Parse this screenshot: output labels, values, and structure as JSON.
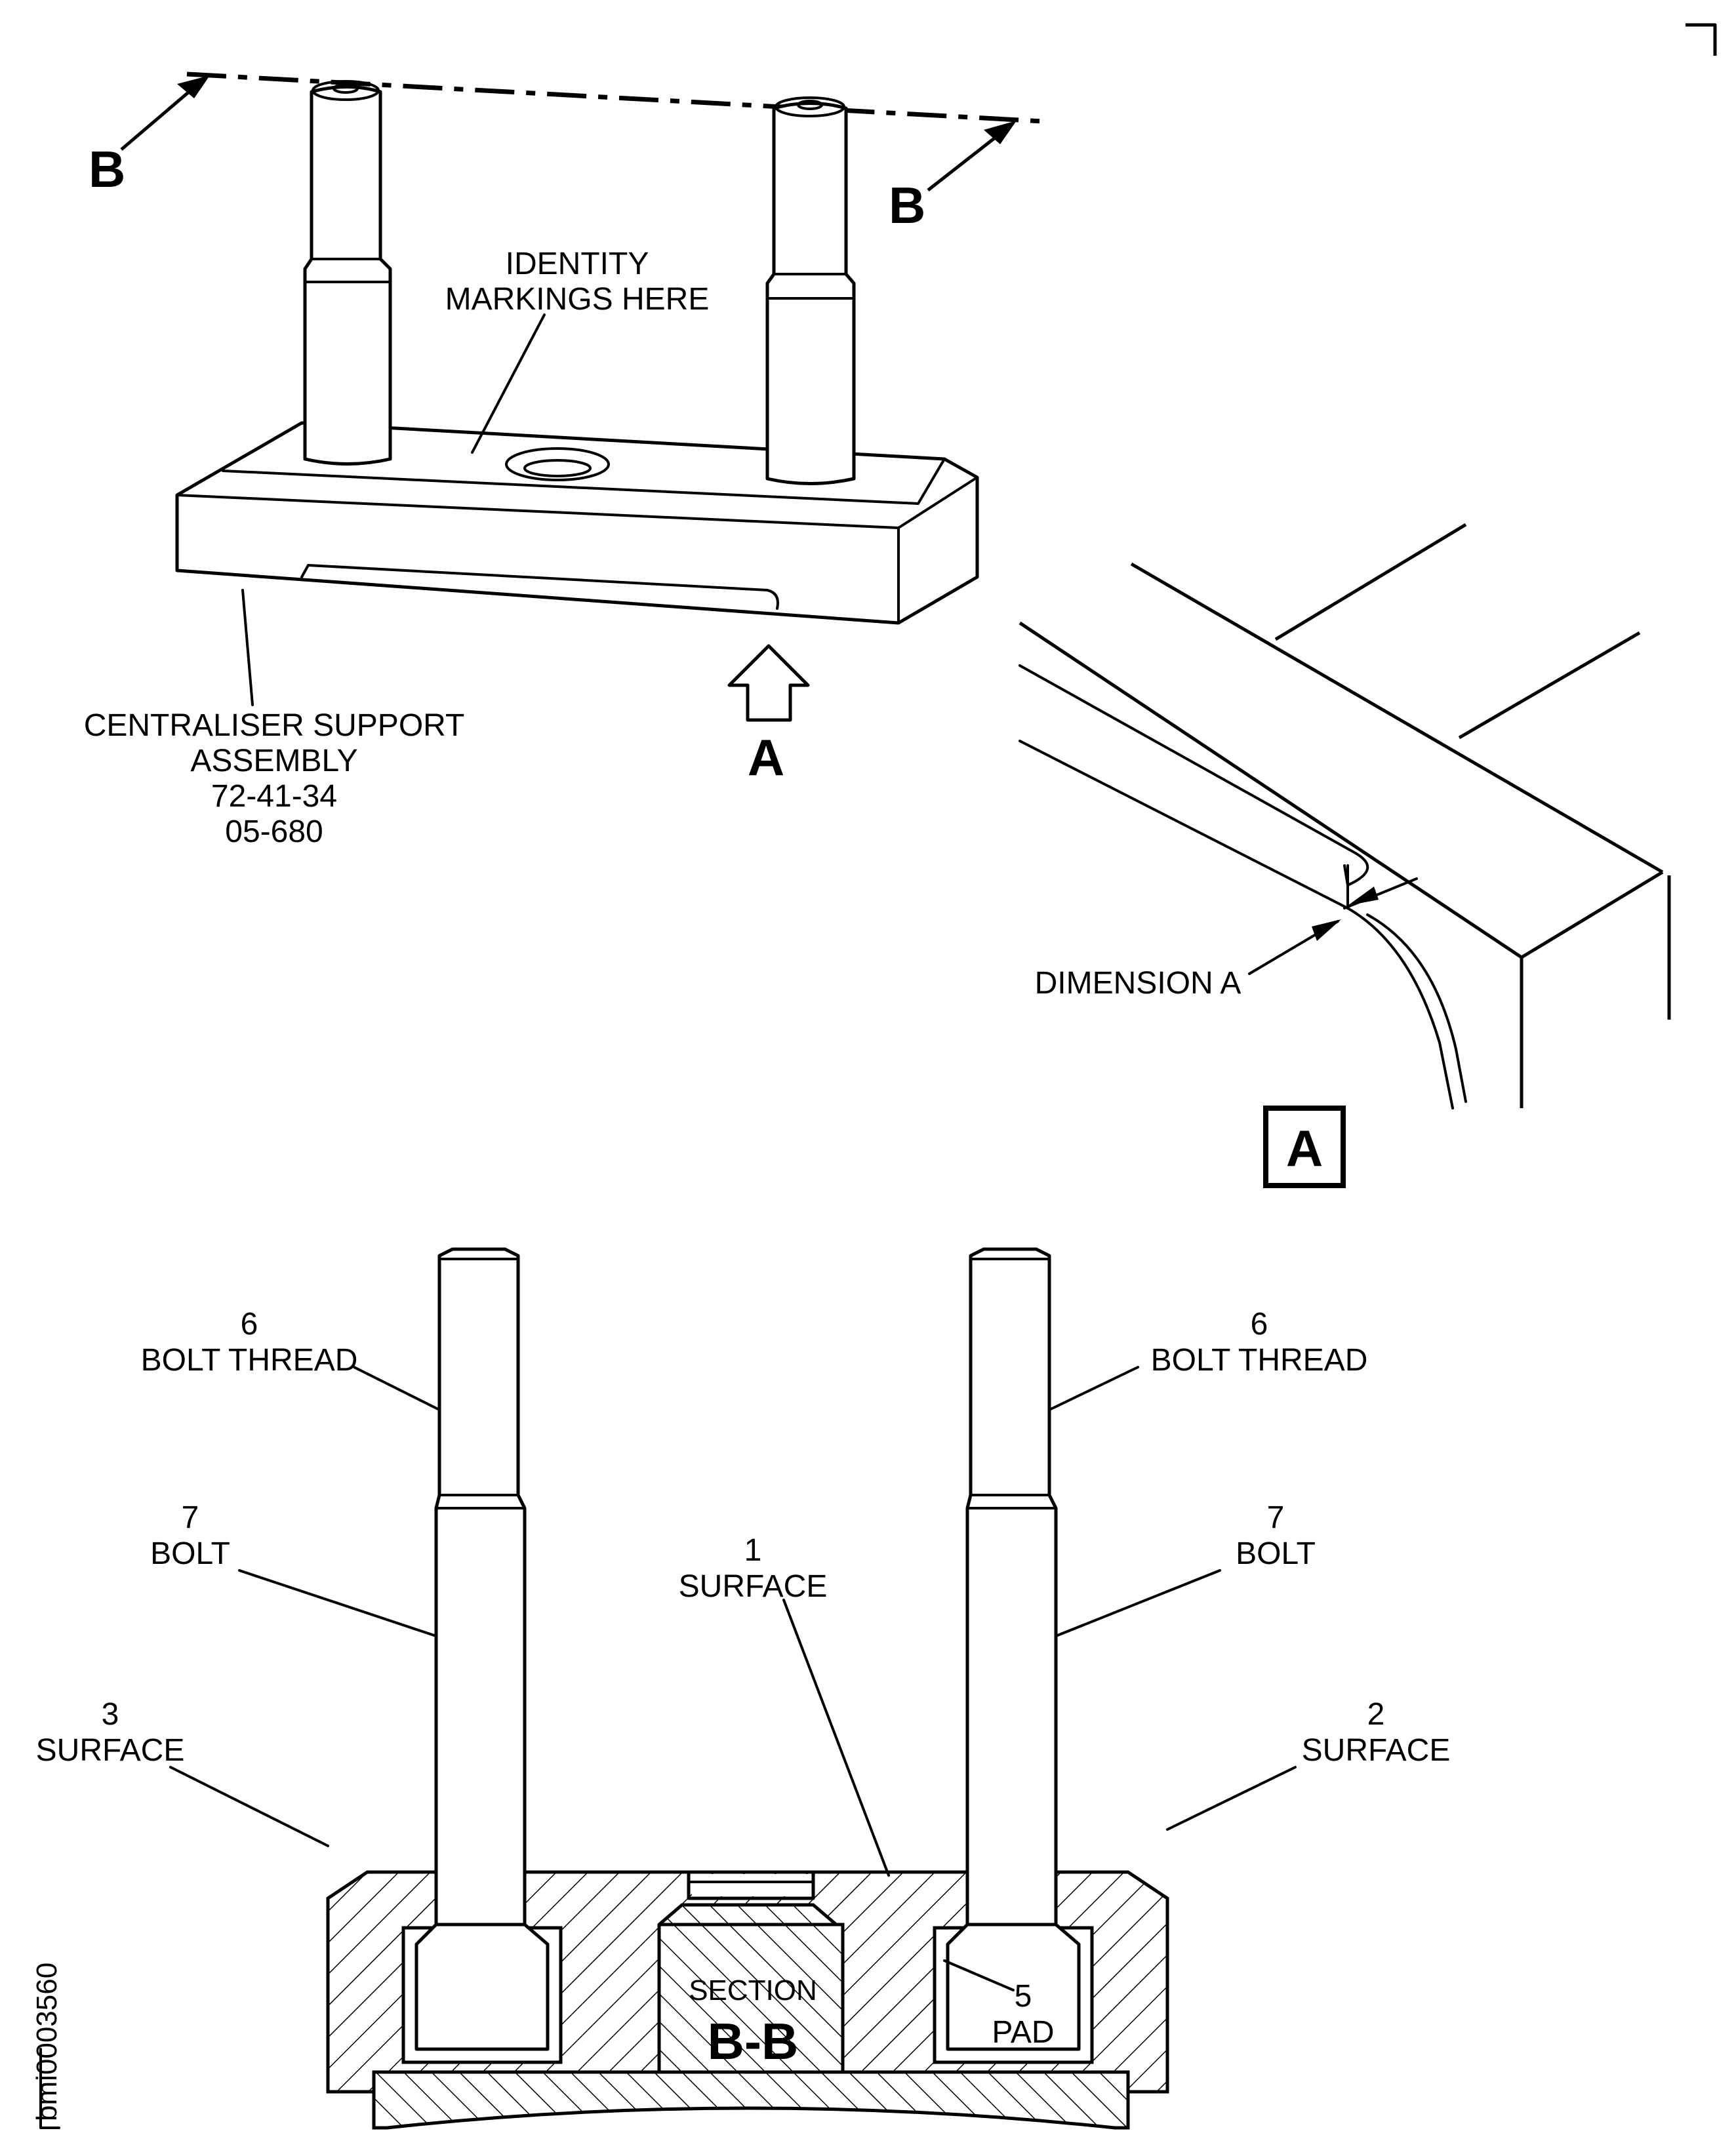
{
  "top_view": {
    "section_cut_left": "B",
    "section_cut_right": "B",
    "identity_label_line1": "IDENTITY",
    "identity_label_line2": "MARKINGS HERE",
    "assembly_line1": "CENTRALISER SUPPORT",
    "assembly_line2": "ASSEMBLY",
    "assembly_line3": "72-41-34",
    "assembly_line4": "05-680",
    "view_arrow_label": "A"
  },
  "detail_a": {
    "dimension_label": "DIMENSION A",
    "view_box_label": "A"
  },
  "section_bb": {
    "left_bolt_thread_num": "6",
    "left_bolt_thread_label": "BOLT THREAD",
    "right_bolt_thread_num": "6",
    "right_bolt_thread_label": "BOLT THREAD",
    "left_bolt_num": "7",
    "left_bolt_label": "BOLT",
    "right_bolt_num": "7",
    "right_bolt_label": "BOLT",
    "surface1_num": "1",
    "surface1_label": "SURFACE",
    "surface3_num": "3",
    "surface3_label": "SURFACE",
    "surface2_num": "2",
    "surface2_label": "SURFACE",
    "pad_num": "5",
    "pad_label": "PAD",
    "section_word": "SECTION",
    "section_id": "B-B"
  },
  "figure_id": "bmi0003560"
}
